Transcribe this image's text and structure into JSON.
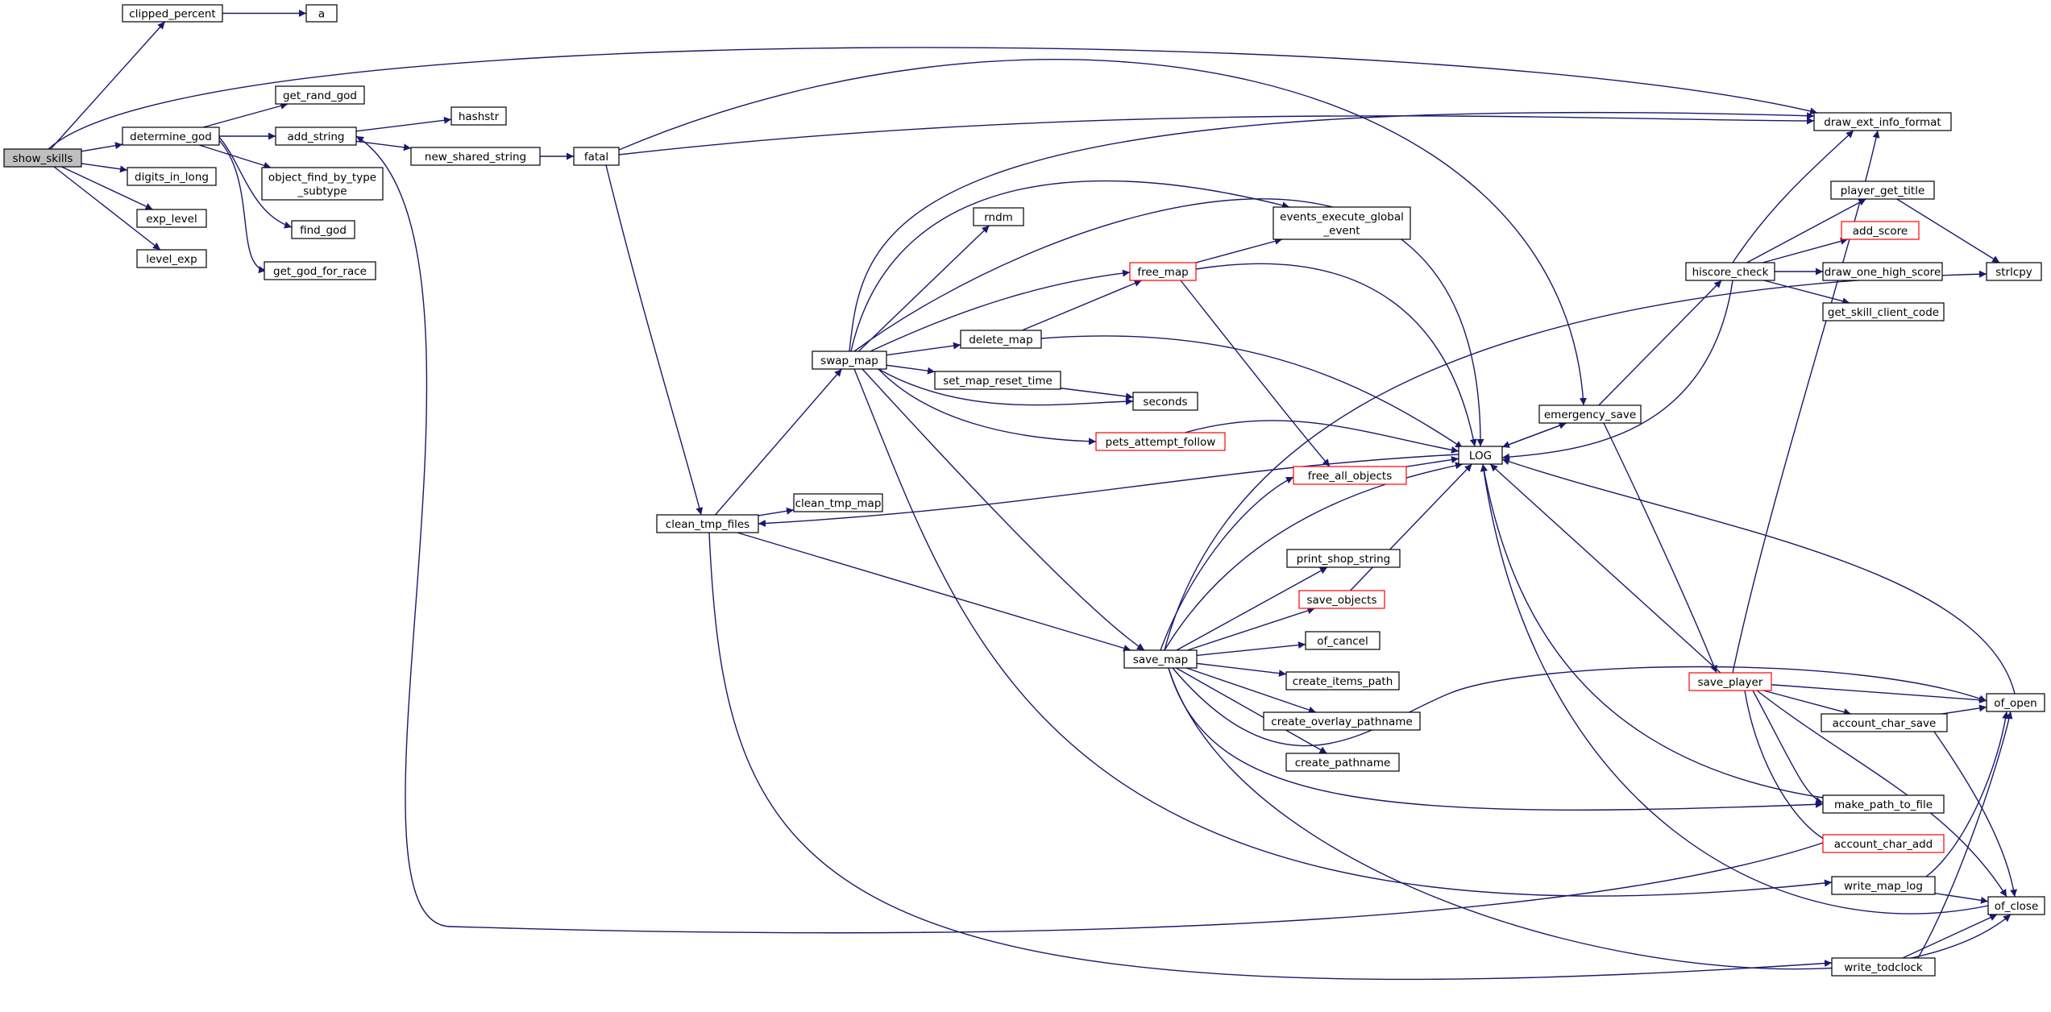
{
  "nodes": [
    {
      "id": "show_skills",
      "lines": [
        "show_skills"
      ],
      "root": true,
      "red": false
    },
    {
      "id": "clipped_percent",
      "lines": [
        "clipped_percent"
      ],
      "root": false,
      "red": false
    },
    {
      "id": "a",
      "lines": [
        "a"
      ],
      "root": false,
      "red": false
    },
    {
      "id": "determine_god",
      "lines": [
        "determine_god"
      ],
      "root": false,
      "red": false
    },
    {
      "id": "get_rand_god",
      "lines": [
        "get_rand_god"
      ],
      "root": false,
      "red": false
    },
    {
      "id": "add_string",
      "lines": [
        "add_string"
      ],
      "root": false,
      "red": false
    },
    {
      "id": "hashstr",
      "lines": [
        "hashstr"
      ],
      "root": false,
      "red": false
    },
    {
      "id": "new_shared_string",
      "lines": [
        "new_shared_string"
      ],
      "root": false,
      "red": false
    },
    {
      "id": "fatal",
      "lines": [
        "fatal"
      ],
      "root": false,
      "red": false
    },
    {
      "id": "object_find_by_type_subtype",
      "lines": [
        "object_find_by_type",
        "_subtype"
      ],
      "root": false,
      "red": false
    },
    {
      "id": "find_god",
      "lines": [
        "find_god"
      ],
      "root": false,
      "red": false
    },
    {
      "id": "get_god_for_race",
      "lines": [
        "get_god_for_race"
      ],
      "root": false,
      "red": false
    },
    {
      "id": "digits_in_long",
      "lines": [
        "digits_in_long"
      ],
      "root": false,
      "red": false
    },
    {
      "id": "exp_level",
      "lines": [
        "exp_level"
      ],
      "root": false,
      "red": false
    },
    {
      "id": "level_exp",
      "lines": [
        "level_exp"
      ],
      "root": false,
      "red": false
    },
    {
      "id": "draw_ext_info_format",
      "lines": [
        "draw_ext_info_format"
      ],
      "root": false,
      "red": false
    },
    {
      "id": "rndm",
      "lines": [
        "rndm"
      ],
      "root": false,
      "red": false
    },
    {
      "id": "events_execute_global_event",
      "lines": [
        "events_execute_global",
        "_event"
      ],
      "root": false,
      "red": false
    },
    {
      "id": "free_map",
      "lines": [
        "free_map"
      ],
      "root": false,
      "red": true
    },
    {
      "id": "swap_map",
      "lines": [
        "swap_map"
      ],
      "root": false,
      "red": false
    },
    {
      "id": "delete_map",
      "lines": [
        "delete_map"
      ],
      "root": false,
      "red": false
    },
    {
      "id": "set_map_reset_time",
      "lines": [
        "set_map_reset_time"
      ],
      "root": false,
      "red": false
    },
    {
      "id": "seconds",
      "lines": [
        "seconds"
      ],
      "root": false,
      "red": false
    },
    {
      "id": "pets_attempt_follow",
      "lines": [
        "pets_attempt_follow"
      ],
      "root": false,
      "red": true
    },
    {
      "id": "LOG",
      "lines": [
        "LOG"
      ],
      "root": false,
      "red": false
    },
    {
      "id": "emergency_save",
      "lines": [
        "emergency_save"
      ],
      "root": false,
      "red": false
    },
    {
      "id": "free_all_objects",
      "lines": [
        "free_all_objects"
      ],
      "root": false,
      "red": true
    },
    {
      "id": "clean_tmp_files",
      "lines": [
        "clean_tmp_files"
      ],
      "root": false,
      "red": false
    },
    {
      "id": "clean_tmp_map",
      "lines": [
        "clean_tmp_map"
      ],
      "root": false,
      "red": false
    },
    {
      "id": "print_shop_string",
      "lines": [
        "print_shop_string"
      ],
      "root": false,
      "red": false
    },
    {
      "id": "save_objects",
      "lines": [
        "save_objects"
      ],
      "root": false,
      "red": true
    },
    {
      "id": "save_map",
      "lines": [
        "save_map"
      ],
      "root": false,
      "red": false
    },
    {
      "id": "of_cancel",
      "lines": [
        "of_cancel"
      ],
      "root": false,
      "red": false
    },
    {
      "id": "create_items_path",
      "lines": [
        "create_items_path"
      ],
      "root": false,
      "red": false
    },
    {
      "id": "create_overlay_pathname",
      "lines": [
        "create_overlay_pathname"
      ],
      "root": false,
      "red": false
    },
    {
      "id": "create_pathname",
      "lines": [
        "create_pathname"
      ],
      "root": false,
      "red": false
    },
    {
      "id": "hiscore_check",
      "lines": [
        "hiscore_check"
      ],
      "root": false,
      "red": false
    },
    {
      "id": "player_get_title",
      "lines": [
        "player_get_title"
      ],
      "root": false,
      "red": false
    },
    {
      "id": "add_score",
      "lines": [
        "add_score"
      ],
      "root": false,
      "red": true
    },
    {
      "id": "draw_one_high_score",
      "lines": [
        "draw_one_high_score"
      ],
      "root": false,
      "red": false
    },
    {
      "id": "get_skill_client_code",
      "lines": [
        "get_skill_client_code"
      ],
      "root": false,
      "red": false
    },
    {
      "id": "strlcpy",
      "lines": [
        "strlcpy"
      ],
      "root": false,
      "red": false
    },
    {
      "id": "save_player",
      "lines": [
        "save_player"
      ],
      "root": false,
      "red": true
    },
    {
      "id": "account_char_save",
      "lines": [
        "account_char_save"
      ],
      "root": false,
      "red": false
    },
    {
      "id": "of_open",
      "lines": [
        "of_open"
      ],
      "root": false,
      "red": false
    },
    {
      "id": "make_path_to_file",
      "lines": [
        "make_path_to_file"
      ],
      "root": false,
      "red": false
    },
    {
      "id": "account_char_add",
      "lines": [
        "account_char_add"
      ],
      "root": false,
      "red": true
    },
    {
      "id": "write_map_log",
      "lines": [
        "write_map_log"
      ],
      "root": false,
      "red": false
    },
    {
      "id": "of_close",
      "lines": [
        "of_close"
      ],
      "root": false,
      "red": false
    },
    {
      "id": "write_todclock",
      "lines": [
        "write_todclock"
      ],
      "root": false,
      "red": false
    }
  ],
  "edges": [
    [
      "show_skills",
      "clipped_percent"
    ],
    [
      "clipped_percent",
      "a"
    ],
    [
      "show_skills",
      "draw_ext_info_format"
    ],
    [
      "show_skills",
      "determine_god"
    ],
    [
      "show_skills",
      "digits_in_long"
    ],
    [
      "show_skills",
      "exp_level"
    ],
    [
      "show_skills",
      "level_exp"
    ],
    [
      "determine_god",
      "get_rand_god"
    ],
    [
      "determine_god",
      "add_string"
    ],
    [
      "determine_god",
      "object_find_by_type_subtype"
    ],
    [
      "determine_god",
      "find_god"
    ],
    [
      "determine_god",
      "get_god_for_race"
    ],
    [
      "add_string",
      "hashstr"
    ],
    [
      "add_string",
      "new_shared_string"
    ],
    [
      "new_shared_string",
      "fatal"
    ],
    [
      "fatal",
      "draw_ext_info_format"
    ],
    [
      "fatal",
      "clean_tmp_files"
    ],
    [
      "fatal",
      "emergency_save"
    ],
    [
      "clean_tmp_files",
      "swap_map"
    ],
    [
      "clean_tmp_files",
      "clean_tmp_map"
    ],
    [
      "clean_tmp_files",
      "save_map"
    ],
    [
      "clean_tmp_files",
      "write_todclock"
    ],
    [
      "swap_map",
      "draw_ext_info_format"
    ],
    [
      "swap_map",
      "events_execute_global_event"
    ],
    [
      "swap_map",
      "rndm"
    ],
    [
      "swap_map",
      "LOG"
    ],
    [
      "swap_map",
      "free_map"
    ],
    [
      "swap_map",
      "delete_map"
    ],
    [
      "swap_map",
      "set_map_reset_time"
    ],
    [
      "swap_map",
      "seconds"
    ],
    [
      "swap_map",
      "pets_attempt_follow"
    ],
    [
      "swap_map",
      "save_map"
    ],
    [
      "swap_map",
      "write_map_log"
    ],
    [
      "free_map",
      "events_execute_global_event"
    ],
    [
      "free_map",
      "LOG"
    ],
    [
      "free_map",
      "free_all_objects"
    ],
    [
      "delete_map",
      "free_map"
    ],
    [
      "delete_map",
      "LOG"
    ],
    [
      "set_map_reset_time",
      "seconds"
    ],
    [
      "pets_attempt_follow",
      "LOG"
    ],
    [
      "LOG",
      "clean_tmp_files"
    ],
    [
      "LOG",
      "emergency_save"
    ],
    [
      "emergency_save",
      "LOG"
    ],
    [
      "emergency_save",
      "hiscore_check"
    ],
    [
      "emergency_save",
      "save_player"
    ],
    [
      "free_all_objects",
      "LOG"
    ],
    [
      "save_map",
      "free_all_objects"
    ],
    [
      "save_map",
      "LOG"
    ],
    [
      "save_map",
      "print_shop_string"
    ],
    [
      "save_map",
      "save_objects"
    ],
    [
      "save_map",
      "of_cancel"
    ],
    [
      "save_map",
      "create_items_path"
    ],
    [
      "save_map",
      "create_overlay_pathname"
    ],
    [
      "save_map",
      "create_pathname"
    ],
    [
      "save_map",
      "strlcpy"
    ],
    [
      "save_map",
      "of_open"
    ],
    [
      "save_map",
      "make_path_to_file"
    ],
    [
      "save_map",
      "of_close"
    ],
    [
      "save_objects",
      "LOG"
    ],
    [
      "hiscore_check",
      "draw_ext_info_format"
    ],
    [
      "hiscore_check",
      "player_get_title"
    ],
    [
      "hiscore_check",
      "add_score"
    ],
    [
      "hiscore_check",
      "draw_one_high_score"
    ],
    [
      "hiscore_check",
      "get_skill_client_code"
    ],
    [
      "hiscore_check",
      "LOG"
    ],
    [
      "player_get_title",
      "strlcpy"
    ],
    [
      "save_player",
      "draw_ext_info_format"
    ],
    [
      "save_player",
      "LOG"
    ],
    [
      "save_player",
      "of_open"
    ],
    [
      "save_player",
      "account_char_save"
    ],
    [
      "save_player",
      "make_path_to_file"
    ],
    [
      "save_player",
      "account_char_add"
    ],
    [
      "save_player",
      "of_close"
    ],
    [
      "account_char_save",
      "of_open"
    ],
    [
      "account_char_save",
      "of_close"
    ],
    [
      "make_path_to_file",
      "LOG"
    ],
    [
      "account_char_add",
      "add_string"
    ],
    [
      "write_map_log",
      "of_open"
    ],
    [
      "write_map_log",
      "of_close"
    ],
    [
      "write_todclock",
      "of_open"
    ],
    [
      "write_todclock",
      "of_close"
    ],
    [
      "of_open",
      "LOG"
    ],
    [
      "of_close",
      "LOG"
    ]
  ]
}
